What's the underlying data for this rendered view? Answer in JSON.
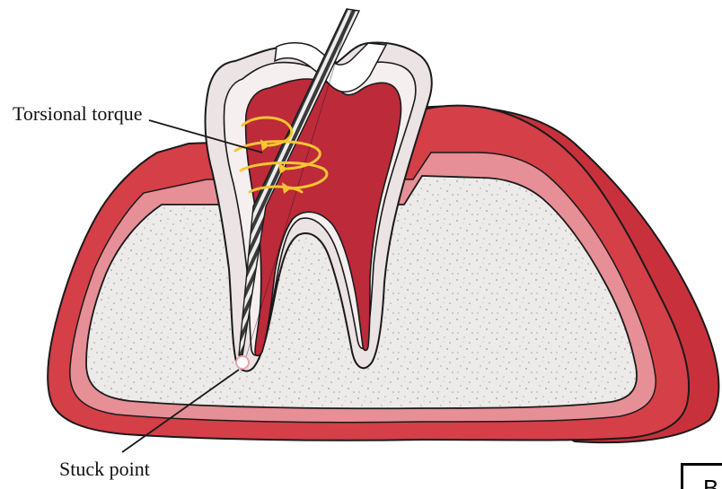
{
  "labels": {
    "torsional_torque": "Torsional torque",
    "stuck_point": "Stuck point"
  },
  "corner_tab": {
    "letter": "B"
  },
  "colors": {
    "gingiva_outer": "#C8313C",
    "gingiva_light": "#E98E95",
    "pulp": "#BD2A3A",
    "dentin": "#F2E8EA",
    "bone": "#E9E8E6",
    "outline": "#1A1A1A",
    "torque_arrows": "#F6C632",
    "stuck_point": "#FFFFFF"
  },
  "icons": {
    "file_instrument": "endodontic-file-icon",
    "rotation": "rotation-arrows-icon"
  }
}
